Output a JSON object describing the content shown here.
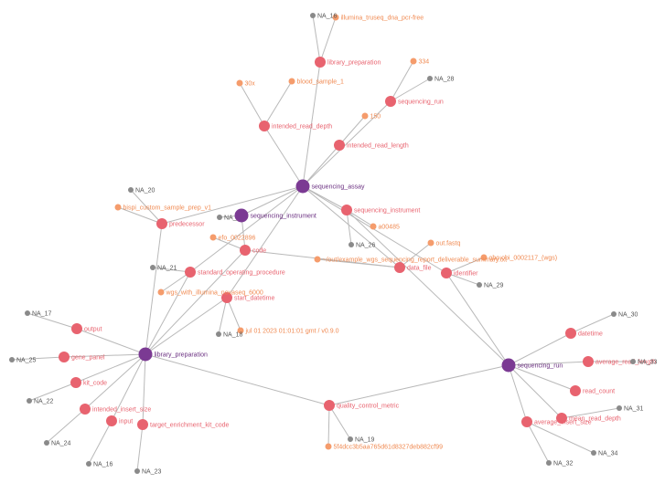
{
  "colors": {
    "class_node": "#7b3a93",
    "property_node": "#e8636f",
    "literal_node": "#f59c6c",
    "na_node": "#8a8a8a",
    "edge": "#b9b9b9"
  },
  "nodes": [
    {
      "id": "sequencing_assay",
      "label": "sequencing_assay",
      "kind": "class"
    },
    {
      "id": "sequencing_instrument_c",
      "label": "sequencing_instrument",
      "kind": "class"
    },
    {
      "id": "library_preparation_c",
      "label": "library_preparation",
      "kind": "class"
    },
    {
      "id": "sequencing_run_c",
      "label": "sequencing_run",
      "kind": "class"
    },
    {
      "id": "library_preparation_p",
      "label": "library_preparation",
      "kind": "property"
    },
    {
      "id": "sequencing_run_p",
      "label": "sequencing_run",
      "kind": "property"
    },
    {
      "id": "intended_read_depth",
      "label": "intended_read_depth",
      "kind": "property"
    },
    {
      "id": "intended_read_length",
      "label": "intended_read_length",
      "kind": "property"
    },
    {
      "id": "sequencing_instrument_p",
      "label": "sequencing_instrument",
      "kind": "property"
    },
    {
      "id": "predecessor",
      "label": "predecessor",
      "kind": "property"
    },
    {
      "id": "code",
      "label": "code",
      "kind": "property"
    },
    {
      "id": "standard_operating_procedure",
      "label": "standard_operating_procedure",
      "kind": "property"
    },
    {
      "id": "start_datetime",
      "label": "start_datetime",
      "kind": "property"
    },
    {
      "id": "data_file",
      "label": "data_file",
      "kind": "property"
    },
    {
      "id": "identifier",
      "label": "identifier",
      "kind": "property"
    },
    {
      "id": "output",
      "label": "output",
      "kind": "property"
    },
    {
      "id": "gene_panel",
      "label": "gene_panel",
      "kind": "property"
    },
    {
      "id": "kit_code",
      "label": "kit_code",
      "kind": "property"
    },
    {
      "id": "intended_insert_size",
      "label": "intended_insert_size",
      "kind": "property"
    },
    {
      "id": "input",
      "label": "input",
      "kind": "property"
    },
    {
      "id": "target_enrichment_kit_code",
      "label": "target_enrichment_kit_code",
      "kind": "property"
    },
    {
      "id": "quality_control_metric",
      "label": "quality_control_metric",
      "kind": "property"
    },
    {
      "id": "datetime",
      "label": "datetime",
      "kind": "property"
    },
    {
      "id": "average_read_length",
      "label": "average_read_length",
      "kind": "property"
    },
    {
      "id": "read_count",
      "label": "read_count",
      "kind": "property"
    },
    {
      "id": "mean_read_depth",
      "label": "mean_read_depth",
      "kind": "property"
    },
    {
      "id": "average_insert_size",
      "label": "average_insert_size",
      "kind": "property"
    },
    {
      "id": "lit_illumina",
      "label": "illumina_truseq_dna_pcr-free",
      "kind": "literal"
    },
    {
      "id": "lit_334",
      "label": "334",
      "kind": "literal"
    },
    {
      "id": "lit_30x",
      "label": "30x",
      "kind": "literal"
    },
    {
      "id": "lit_blood",
      "label": "blood_sample_1",
      "kind": "literal"
    },
    {
      "id": "lit_150",
      "label": "150",
      "kind": "literal"
    },
    {
      "id": "lit_bispi",
      "label": "bispi_custom_sample_prep_v1",
      "kind": "literal"
    },
    {
      "id": "lit_a00485",
      "label": "a00485",
      "kind": "literal"
    },
    {
      "id": "lit_efo",
      "label": "efo_0022896",
      "kind": "literal"
    },
    {
      "id": "lit_outfastq",
      "label": "out.fastq",
      "kind": "literal"
    },
    {
      "id": "lit_obo",
      "label": "obo:obi_0002117_(wgs)",
      "kind": "literal"
    },
    {
      "id": "lit_report",
      "label": "~/out/example_wgs_sequencing_report_deliverable_summary.txt",
      "kind": "literal"
    },
    {
      "id": "lit_wgs",
      "label": "wgs_with_illumina_novaseq_6000",
      "kind": "literal"
    },
    {
      "id": "lit_date",
      "label": "jul 01 2023 01:01:01 gmt / v0.9.0",
      "kind": "literal"
    },
    {
      "id": "lit_hash",
      "label": "5f4dcc3b5aa765d61d8327deb882cf99",
      "kind": "literal"
    },
    {
      "id": "na_16",
      "label": "NA_16",
      "kind": "na"
    },
    {
      "id": "na_28",
      "label": "NA_28",
      "kind": "na"
    },
    {
      "id": "na_20",
      "label": "NA_20",
      "kind": "na"
    },
    {
      "id": "na_",
      "label": "NA_",
      "kind": "na"
    },
    {
      "id": "na_26",
      "label": "NA_26",
      "kind": "na"
    },
    {
      "id": "na_21",
      "label": "NA_21",
      "kind": "na"
    },
    {
      "id": "na_29",
      "label": "NA_29",
      "kind": "na"
    },
    {
      "id": "na_18",
      "label": "NA_18",
      "kind": "na"
    },
    {
      "id": "na_17",
      "label": "NA_17",
      "kind": "na"
    },
    {
      "id": "na_25",
      "label": "NA_25",
      "kind": "na"
    },
    {
      "id": "na_22",
      "label": "NA_22",
      "kind": "na"
    },
    {
      "id": "na_24",
      "label": "NA_24",
      "kind": "na"
    },
    {
      "id": "na_16b",
      "label": "NA_16",
      "kind": "na"
    },
    {
      "id": "na_23",
      "label": "NA_23",
      "kind": "na"
    },
    {
      "id": "na_19",
      "label": "NA_19",
      "kind": "na"
    },
    {
      "id": "na_30",
      "label": "NA_30",
      "kind": "na"
    },
    {
      "id": "na_33",
      "label": "NA_33",
      "kind": "na"
    },
    {
      "id": "na_31",
      "label": "NA_31",
      "kind": "na"
    },
    {
      "id": "na_34",
      "label": "NA_34",
      "kind": "na"
    },
    {
      "id": "na_32",
      "label": "NA_32",
      "kind": "na"
    }
  ],
  "edges": [
    [
      "sequencing_assay",
      "library_preparation_p"
    ],
    [
      "library_preparation_p",
      "na_16"
    ],
    [
      "library_preparation_p",
      "lit_illumina"
    ],
    [
      "sequencing_assay",
      "sequencing_run_p"
    ],
    [
      "sequencing_run_p",
      "lit_334"
    ],
    [
      "sequencing_run_p",
      "na_28"
    ],
    [
      "sequencing_assay",
      "intended_read_depth"
    ],
    [
      "intended_read_depth",
      "lit_30x"
    ],
    [
      "intended_read_depth",
      "lit_blood"
    ],
    [
      "sequencing_assay",
      "intended_read_length"
    ],
    [
      "intended_read_length",
      "lit_150"
    ],
    [
      "sequencing_assay",
      "sequencing_instrument_p"
    ],
    [
      "sequencing_instrument_p",
      "lit_a00485"
    ],
    [
      "sequencing_instrument_p",
      "na_26"
    ],
    [
      "sequencing_assay",
      "sequencing_instrument_c"
    ],
    [
      "sequencing_instrument_c",
      "na_"
    ],
    [
      "sequencing_instrument_c",
      "code"
    ],
    [
      "sequencing_assay",
      "predecessor"
    ],
    [
      "predecessor",
      "na_20"
    ],
    [
      "predecessor",
      "lit_bispi"
    ],
    [
      "predecessor",
      "library_preparation_c"
    ],
    [
      "code",
      "lit_efo"
    ],
    [
      "code",
      "data_file"
    ],
    [
      "sequencing_assay",
      "data_file"
    ],
    [
      "data_file",
      "lit_report"
    ],
    [
      "data_file",
      "lit_outfastq"
    ],
    [
      "sequencing_assay",
      "identifier"
    ],
    [
      "identifier",
      "lit_obo"
    ],
    [
      "identifier",
      "na_29"
    ],
    [
      "sequencing_assay",
      "standard_operating_procedure"
    ],
    [
      "standard_operating_procedure",
      "na_21"
    ],
    [
      "standard_operating_procedure",
      "lit_wgs"
    ],
    [
      "sequencing_assay",
      "start_datetime"
    ],
    [
      "start_datetime",
      "na_18"
    ],
    [
      "start_datetime",
      "lit_date"
    ],
    [
      "library_preparation_c",
      "code"
    ],
    [
      "library_preparation_c",
      "standard_operating_procedure"
    ],
    [
      "library_preparation_c",
      "start_datetime"
    ],
    [
      "library_preparation_c",
      "output"
    ],
    [
      "output",
      "na_17"
    ],
    [
      "library_preparation_c",
      "gene_panel"
    ],
    [
      "gene_panel",
      "na_25"
    ],
    [
      "library_preparation_c",
      "kit_code"
    ],
    [
      "kit_code",
      "na_22"
    ],
    [
      "library_preparation_c",
      "intended_insert_size"
    ],
    [
      "intended_insert_size",
      "na_24"
    ],
    [
      "library_preparation_c",
      "input"
    ],
    [
      "input",
      "na_16b"
    ],
    [
      "library_preparation_c",
      "target_enrichment_kit_code"
    ],
    [
      "target_enrichment_kit_code",
      "na_23"
    ],
    [
      "library_preparation_c",
      "quality_control_metric"
    ],
    [
      "quality_control_metric",
      "sequencing_run_c"
    ],
    [
      "quality_control_metric",
      "na_19"
    ],
    [
      "quality_control_metric",
      "lit_hash"
    ],
    [
      "sequencing_run_c",
      "identifier"
    ],
    [
      "sequencing_run_c",
      "sequencing_instrument_p"
    ],
    [
      "sequencing_run_c",
      "datetime"
    ],
    [
      "datetime",
      "na_30"
    ],
    [
      "sequencing_run_c",
      "average_read_length"
    ],
    [
      "average_read_length",
      "na_33"
    ],
    [
      "sequencing_run_c",
      "read_count"
    ],
    [
      "sequencing_run_c",
      "mean_read_depth"
    ],
    [
      "mean_read_depth",
      "na_31"
    ],
    [
      "sequencing_run_c",
      "average_insert_size"
    ],
    [
      "average_insert_size",
      "na_32"
    ],
    [
      "average_insert_size",
      "na_34"
    ]
  ]
}
